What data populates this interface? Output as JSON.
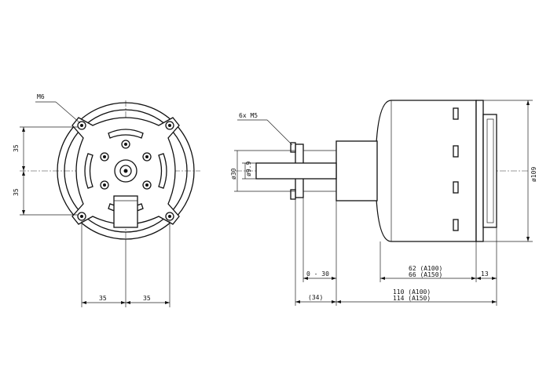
{
  "drawing": {
    "type": "technical drawing - motor",
    "front_view": {
      "thread_label": "M6",
      "dim_vertical_upper": "35",
      "dim_vertical_lower": "35",
      "dim_horizontal_left": "35",
      "dim_horizontal_right": "35"
    },
    "side_view": {
      "screw_label": "6x M5",
      "dia_collar": "ø30",
      "dia_shaft": "ø9.9",
      "dia_body": "ø109",
      "dim_adjust": "0 - 30",
      "dim_body_a100": "62 (A100)",
      "dim_body_a150": "66 (A150)",
      "dim_end": "13",
      "dim_ref": "(34)",
      "dim_total_a100": "110 (A100)",
      "dim_total_a150": "114 (A150)"
    }
  }
}
